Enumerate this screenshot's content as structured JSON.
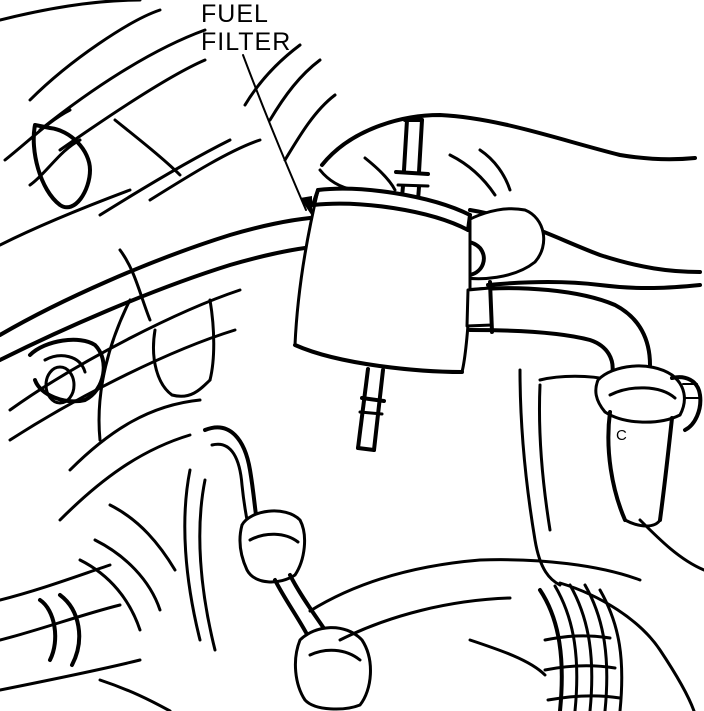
{
  "callout": {
    "line1": "FUEL",
    "line2": "FILTER"
  },
  "marker_letter": "C",
  "colors": {
    "ink": "#000000",
    "paper": "#ffffff"
  }
}
